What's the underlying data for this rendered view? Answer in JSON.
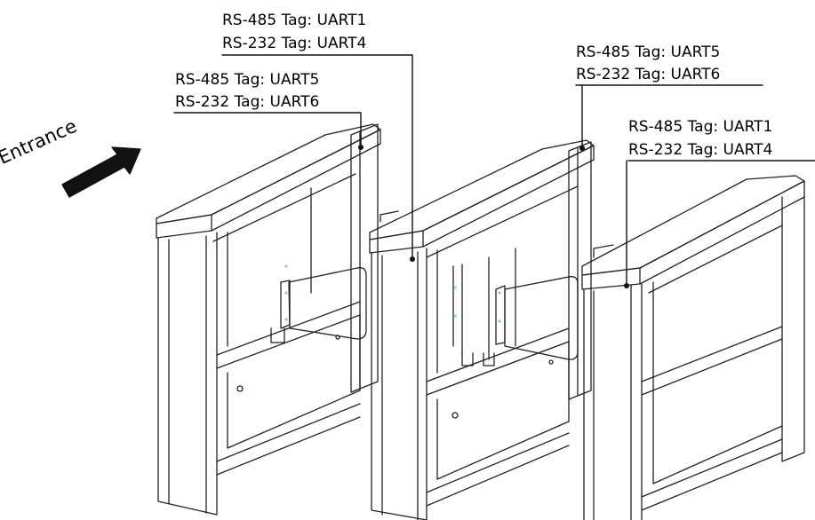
{
  "entrance_label": "Entrance",
  "callouts": [
    {
      "id": "top-left-pair",
      "rs485": "RS-485 Tag: UART1",
      "rs232": "RS-232 Tag: UART4"
    },
    {
      "id": "left-pair",
      "rs485": "RS-485 Tag: UART5",
      "rs232": "RS-232 Tag: UART6"
    },
    {
      "id": "middle-pair",
      "rs485": "RS-485 Tag: UART5",
      "rs232": "RS-232 Tag: UART6"
    },
    {
      "id": "right-pair",
      "rs485": "RS-485 Tag: UART1",
      "rs232": "RS-232 Tag: UART4"
    }
  ],
  "colors": {
    "line": "#222222",
    "accent": "#8fd0c6",
    "background": "#ffffff"
  }
}
